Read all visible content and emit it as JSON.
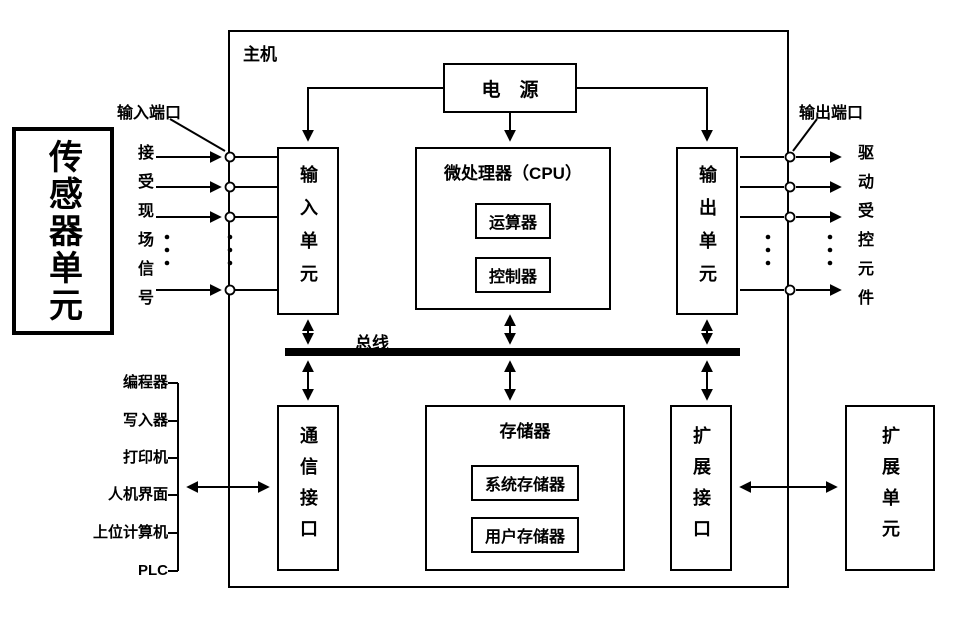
{
  "diagram": {
    "frame_label": "主机",
    "power_label": "电　源",
    "sensor_unit_label": "传感器单元",
    "input_port_label": "输入端口",
    "output_port_label": "输出端口",
    "input_signal_label": "接受现场信号",
    "output_signal_label": "驱动受控元件",
    "input_unit_label": "输入单元",
    "cpu_label": "微处理器（CPU）",
    "alu_label": "运算器",
    "controller_label": "控制器",
    "output_unit_label": "输出单元",
    "bus_label": "总线",
    "comm_interface_label": "通信接口",
    "memory_label": "存储器",
    "system_memory_label": "系统存储器",
    "user_memory_label": "用户存储器",
    "expansion_interface_label": "扩展接口",
    "expansion_unit_label": "扩展单元",
    "external_devices": [
      "编程器",
      "写入器",
      "打印机",
      "人机界面",
      "上位计算机",
      "PLC"
    ],
    "colors": {
      "line": "#000000",
      "background": "#ffffff"
    }
  }
}
